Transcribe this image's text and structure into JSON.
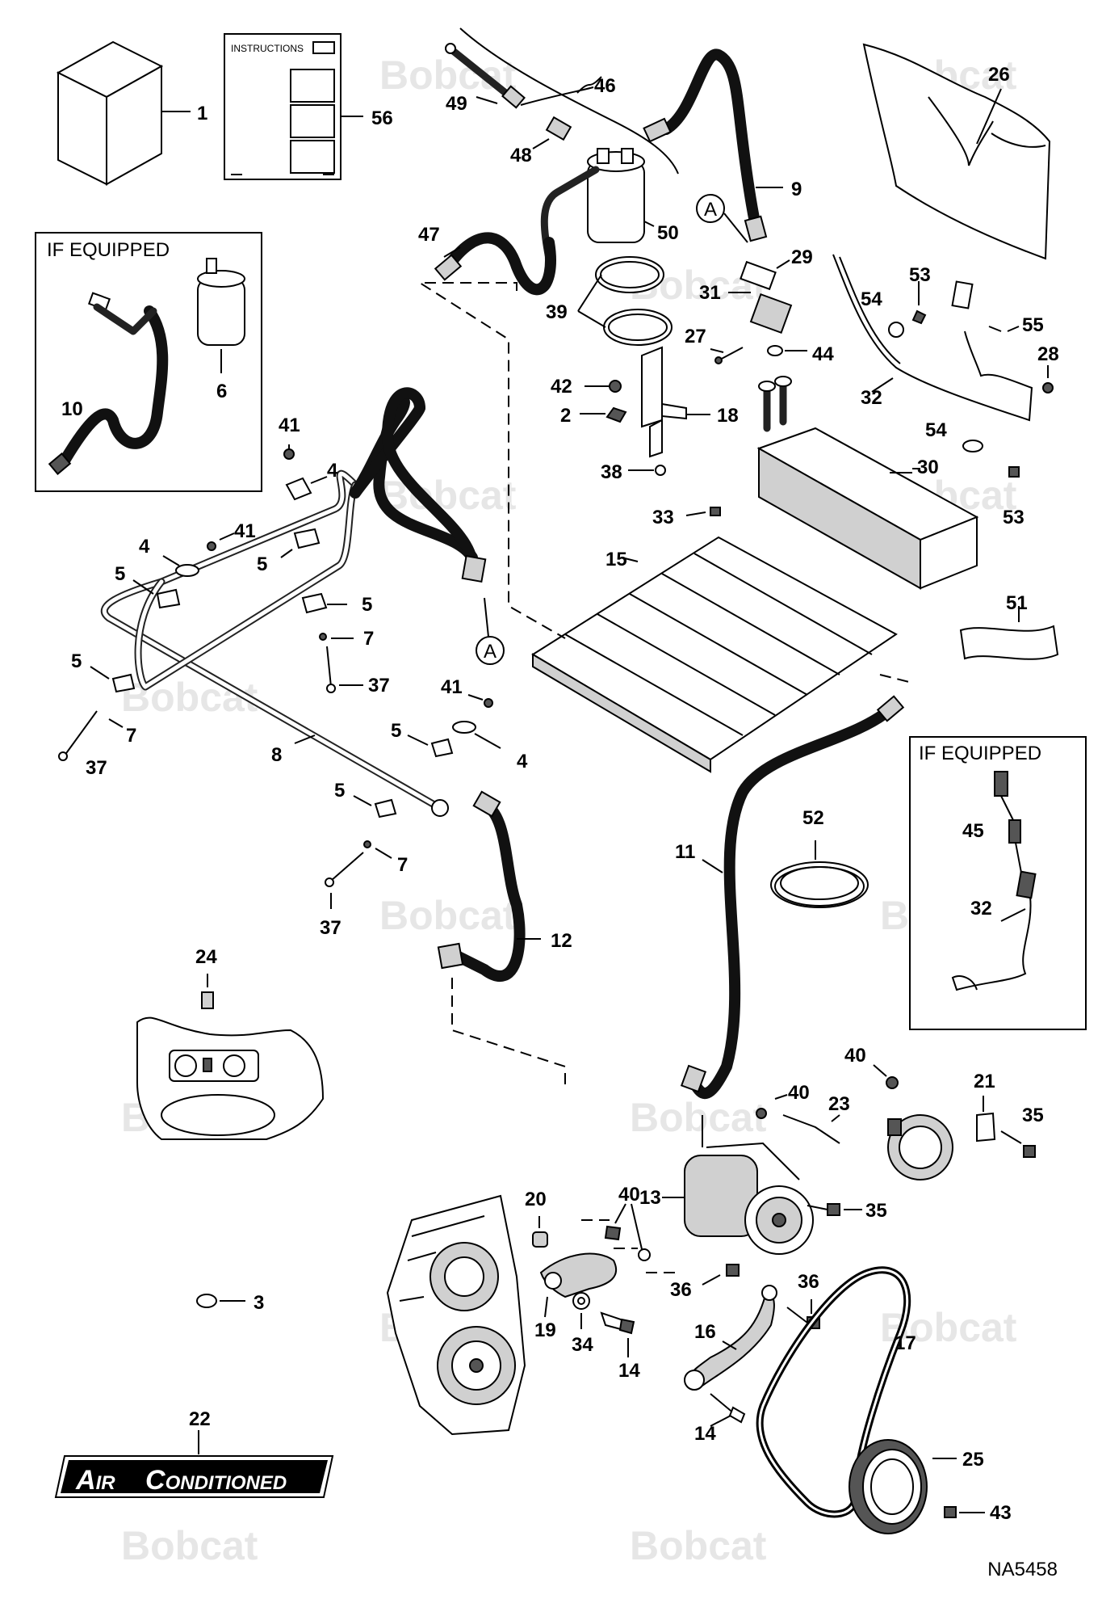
{
  "diagram": {
    "watermark": "Bobcat",
    "reference_code": "NA5458",
    "instructions_label": "INSTRUCTIONS",
    "if_equipped_label_1": "IF EQUIPPED",
    "if_equipped_label_2": "IF EQUIPPED",
    "callout_a_1": "A",
    "callout_a_2": "A",
    "badge": {
      "line1_big": "A",
      "line1_small": "IR",
      "line2_big": "C",
      "line2_small": "ONDITIONED"
    },
    "part_numbers": [
      "1",
      "56",
      "46",
      "49",
      "48",
      "9",
      "26",
      "50",
      "47",
      "A",
      "29",
      "31",
      "39",
      "27",
      "44",
      "53",
      "54",
      "55",
      "28",
      "32",
      "42",
      "2",
      "18",
      "38",
      "33",
      "30",
      "54",
      "53",
      "15",
      "51",
      "41",
      "4",
      "41",
      "4",
      "5",
      "5",
      "5",
      "7",
      "37",
      "5",
      "7",
      "37",
      "8",
      "41",
      "5",
      "4",
      "5",
      "7",
      "37",
      "12",
      "11",
      "52",
      "45",
      "32",
      "24",
      "40",
      "21",
      "35",
      "40",
      "23",
      "13",
      "35",
      "20",
      "40",
      "36",
      "36",
      "19",
      "34",
      "14",
      "16",
      "17",
      "14",
      "25",
      "43",
      "3",
      "22",
      "A",
      "10",
      "6"
    ]
  }
}
